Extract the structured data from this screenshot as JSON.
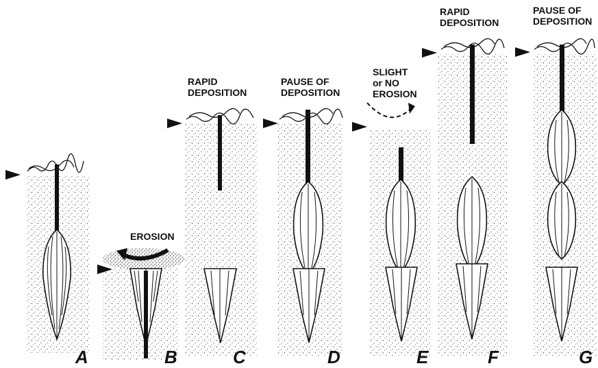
{
  "panels": [
    {
      "id": "A",
      "letter": "A",
      "caption": []
    },
    {
      "id": "B",
      "letter": "B",
      "caption": [
        "EROSION"
      ]
    },
    {
      "id": "C",
      "letter": "C",
      "caption": [
        "RAPID",
        "DEPOSITION"
      ]
    },
    {
      "id": "D",
      "letter": "D",
      "caption": [
        "PAUSE OF",
        "DEPOSITION"
      ]
    },
    {
      "id": "E",
      "letter": "E",
      "caption": [
        "SLIGHT",
        "or NO",
        "EROSION"
      ]
    },
    {
      "id": "F",
      "letter": "F",
      "caption": [
        "RAPID",
        "DEPOSITION"
      ]
    },
    {
      "id": "G",
      "letter": "G",
      "caption": [
        "PAUSE OF",
        "DEPOSITION"
      ]
    }
  ],
  "colors": {
    "ink": "#111111",
    "sediment": "#555555",
    "paper": "#ffffff"
  }
}
